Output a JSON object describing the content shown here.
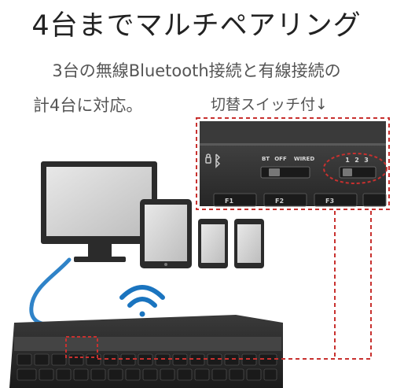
{
  "headline": "4台までマルチペアリング",
  "description": {
    "line1": "3台の無線Bluetooth接続と有線接続の",
    "line2": "計4台に対応。"
  },
  "switch_note": "切替スイッチ付↓",
  "switch_panel": {
    "mode_labels": [
      "BT",
      "OFF",
      "WIRED"
    ],
    "channel_labels": [
      "1",
      "2",
      "3"
    ],
    "function_keys": [
      "F1",
      "F2",
      "F3"
    ]
  },
  "colors": {
    "highlight_red": "#c8312f",
    "cable_blue": "#2f83c8",
    "wifi_blue": "#1a74bf",
    "keyboard_dark": "#2a2a2a"
  },
  "icons": {
    "wireless": "wifi-icon",
    "bluetooth": "bluetooth-icon",
    "monitor": "monitor-icon",
    "tablet": "tablet-icon",
    "phone": "phone-icon"
  }
}
